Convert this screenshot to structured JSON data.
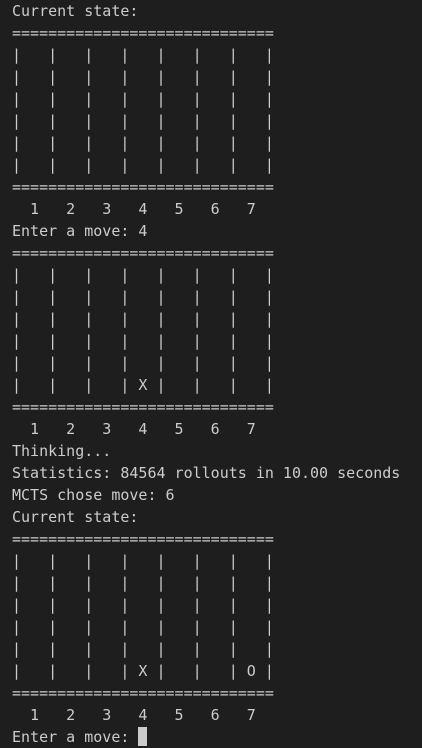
{
  "terminal": {
    "lines": [
      "Current state:",
      "=============================",
      "|   |   |   |   |   |   |   |",
      "|   |   |   |   |   |   |   |",
      "|   |   |   |   |   |   |   |",
      "|   |   |   |   |   |   |   |",
      "|   |   |   |   |   |   |   |",
      "|   |   |   |   |   |   |   |",
      "=============================",
      "  1   2   3   4   5   6   7",
      "Enter a move: 4",
      "=============================",
      "|   |   |   |   |   |   |   |",
      "|   |   |   |   |   |   |   |",
      "|   |   |   |   |   |   |   |",
      "|   |   |   |   |   |   |   |",
      "|   |   |   |   |   |   |   |",
      "|   |   |   | X |   |   |   |",
      "=============================",
      "  1   2   3   4   5   6   7",
      "Thinking...",
      "Statistics: 84564 rollouts in 10.00 seconds",
      "MCTS chose move: 6",
      "Current state:",
      "=============================",
      "|   |   |   |   |   |   |   |",
      "|   |   |   |   |   |   |   |",
      "|   |   |   |   |   |   |   |",
      "|   |   |   |   |   |   |   |",
      "|   |   |   |   |   |   |   |",
      "|   |   |   | X |   |   | O |",
      "=============================",
      "  1   2   3   4   5   6   7"
    ],
    "prompt": "Enter a move: "
  }
}
